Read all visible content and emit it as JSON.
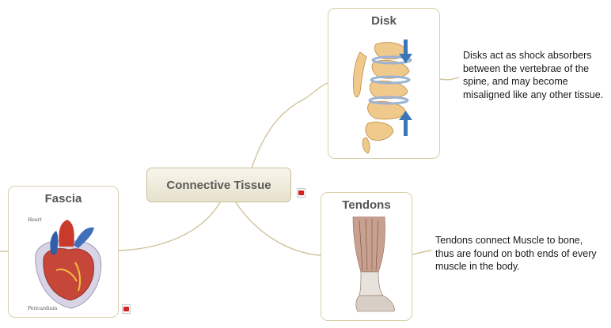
{
  "central_topic": {
    "label": "Connective Tissue"
  },
  "topics": {
    "disk": {
      "title": "Disk",
      "note": "Disks act as shock absorbers between the vertebrae of the spine, and may become misaligned like any other tissue.",
      "image_icon": "spine-vertebrae-illustration"
    },
    "tendons": {
      "title": "Tendons",
      "note": "Tendons connect Muscle to bone, thus are found on both ends of every muscle in the body.",
      "image_icon": "ankle-tendon-illustration"
    },
    "fascia": {
      "title": "Fascia",
      "image_icon": "heart-pericardium-illustration",
      "image_labels": {
        "top": "Heart",
        "bottom": "Pericardium"
      }
    }
  },
  "colors": {
    "connector": "#cfc49a",
    "card_border": "#d9cfa8",
    "note_icon": "#d32222"
  }
}
